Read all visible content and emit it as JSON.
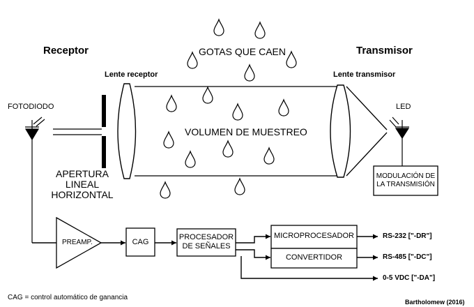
{
  "headers": {
    "receptor": "Receptor",
    "transmisor": "Transmisor"
  },
  "labels": {
    "gotas": "GOTAS QUE CAEN",
    "lente_receptor": "Lente receptor",
    "lente_transmisor": "Lente transmisor",
    "fotodiodo": "FOTODIODO",
    "led": "LED",
    "volumen": "VOLUMEN DE MUESTREO",
    "apertura_1": "APERTURA",
    "apertura_2": "LINEAL",
    "apertura_3": "HORIZONTAL"
  },
  "blocks": {
    "modulacion_1": "MODULACIÓN DE",
    "modulacion_2": "LA TRANSMISIÓN",
    "preamp": "PREAMP.",
    "cag": "CAG",
    "procesador_1": "PROCESADOR",
    "procesador_2": "DE SEÑALES",
    "microprocesador": "MICROPROCESADOR",
    "convertidor": "CONVERTIDOR"
  },
  "outputs": {
    "rs232": "RS-232 [\"-DR\"]",
    "rs485": "RS-485 [\"-DC\"]",
    "vdc": "0-5 VDC [\"-DA\"]"
  },
  "footer": {
    "note": "CAG = control automático de ganancia",
    "credit": "Bartholomew (2016)"
  }
}
